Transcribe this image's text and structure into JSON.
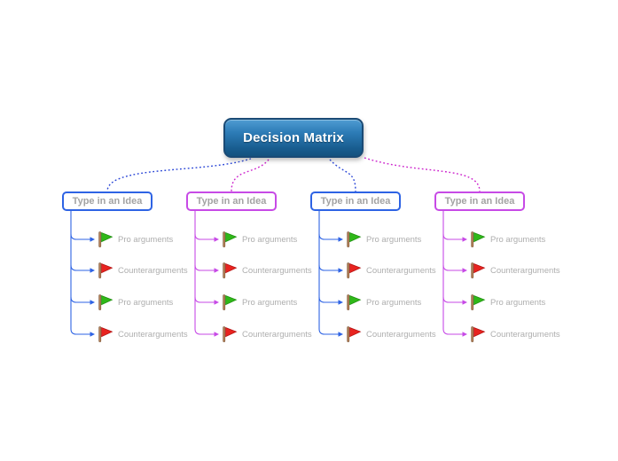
{
  "root": {
    "label": "Decision Matrix"
  },
  "colors": {
    "node_fill_top": "#4f9cd2",
    "node_fill_bottom": "#14527f",
    "node_border": "#1a4a75",
    "blue_branch": "#2e63e4",
    "blue_dotted": "#2743d6",
    "magenta_branch": "#c74ae6",
    "magenta_dotted": "#cc22cc",
    "flag_green": "#2fb818",
    "flag_red": "#e8231f",
    "label_gray": "#a3a3a3",
    "child_label_gray": "#aeaeae"
  },
  "branches": [
    {
      "label": "Type in an Idea",
      "branch_color": "blue",
      "children": [
        {
          "icon": "green-flag-icon",
          "label": "Pro arguments"
        },
        {
          "icon": "red-flag-icon",
          "label": "Counterarguments"
        },
        {
          "icon": "green-flag-icon",
          "label": "Pro arguments"
        },
        {
          "icon": "red-flag-icon",
          "label": "Counterarguments"
        }
      ]
    },
    {
      "label": "Type in an Idea",
      "branch_color": "magenta",
      "children": [
        {
          "icon": "green-flag-icon",
          "label": "Pro arguments"
        },
        {
          "icon": "red-flag-icon",
          "label": "Counterarguments"
        },
        {
          "icon": "green-flag-icon",
          "label": "Pro arguments"
        },
        {
          "icon": "red-flag-icon",
          "label": "Counterarguments"
        }
      ]
    },
    {
      "label": "Type in an Idea",
      "branch_color": "blue",
      "children": [
        {
          "icon": "green-flag-icon",
          "label": "Pro arguments"
        },
        {
          "icon": "red-flag-icon",
          "label": "Counterarguments"
        },
        {
          "icon": "green-flag-icon",
          "label": "Pro arguments"
        },
        {
          "icon": "red-flag-icon",
          "label": "Counterarguments"
        }
      ]
    },
    {
      "label": "Type in an Idea",
      "branch_color": "magenta",
      "children": [
        {
          "icon": "green-flag-icon",
          "label": "Pro arguments"
        },
        {
          "icon": "red-flag-icon",
          "label": "Counterarguments"
        },
        {
          "icon": "green-flag-icon",
          "label": "Pro arguments"
        },
        {
          "icon": "red-flag-icon",
          "label": "Counterarguments"
        }
      ]
    }
  ]
}
